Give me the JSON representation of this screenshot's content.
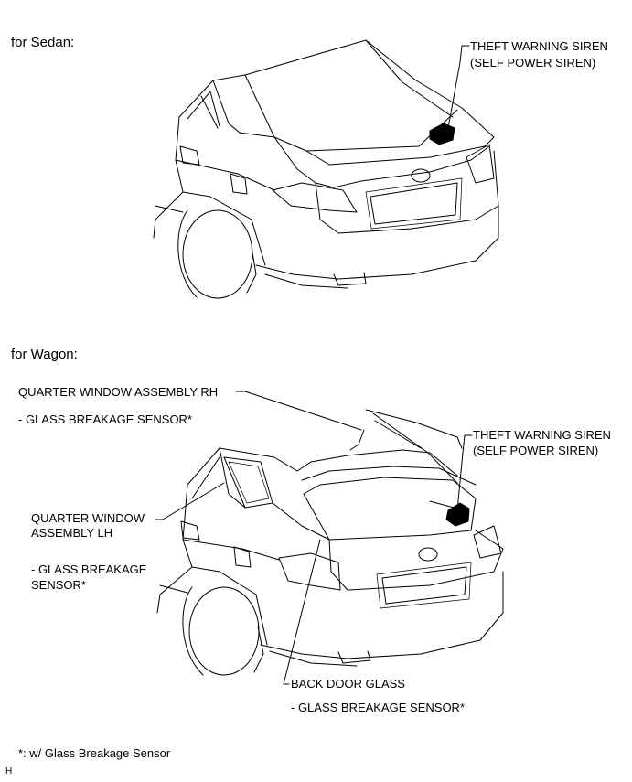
{
  "sedan": {
    "heading": "for Sedan:",
    "siren_label_1": "THEFT WARNING SIREN",
    "siren_label_2": "(SELF POWER SIREN)"
  },
  "wagon": {
    "heading": "for Wagon:",
    "quarter_rh_label": "QUARTER WINDOW ASSEMBLY RH",
    "quarter_rh_sensor": "- GLASS BREAKAGE SENSOR*",
    "quarter_lh_label_1": "QUARTER WINDOW",
    "quarter_lh_label_2": "ASSEMBLY LH",
    "quarter_lh_sensor_1": "- GLASS BREAKAGE",
    "quarter_lh_sensor_2": "SENSOR*",
    "siren_label_1": "THEFT WARNING SIREN",
    "siren_label_2": "(SELF POWER SIREN)",
    "back_door_label": "BACK DOOR GLASS",
    "back_door_sensor": "- GLASS BREAKAGE SENSOR*"
  },
  "footnote": "*: w/ Glass Breakage Sensor",
  "corner_mark": "H"
}
